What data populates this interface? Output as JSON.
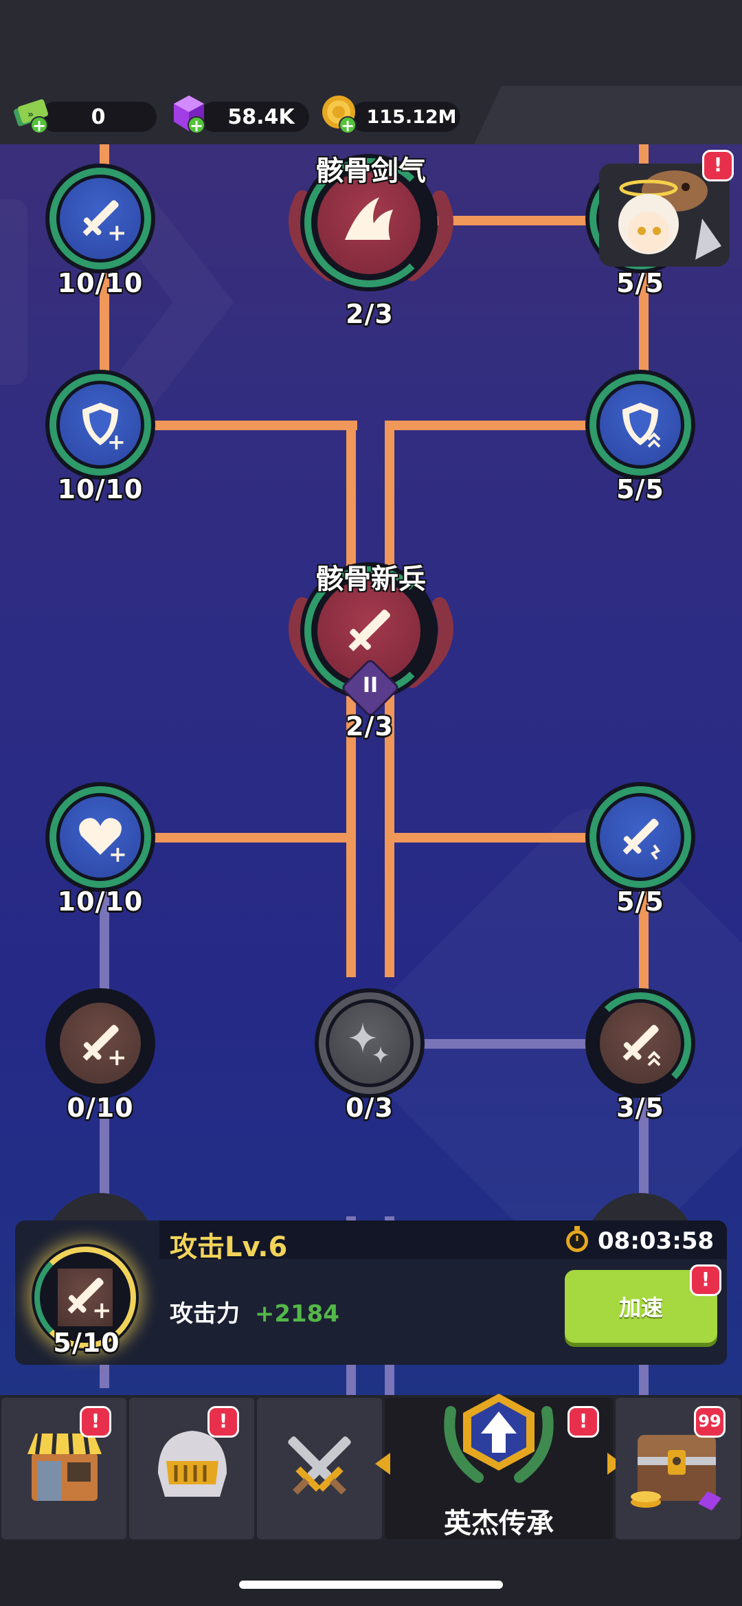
{
  "currencies": {
    "tickets": "0",
    "gems": "58.4K",
    "gold": "115.12M"
  },
  "tree": {
    "top_special": {
      "name": "骸骨剑气",
      "count": "2/3",
      "icon": "slash-icon"
    },
    "mid_special": {
      "name": "骸骨新兵",
      "count": "2/3",
      "icon": "sword-icon",
      "tier": "II"
    },
    "nodes": [
      {
        "id": "attack-plus-top",
        "count": "10/10",
        "icon": "sword-plus-icon",
        "state": "maxed"
      },
      {
        "id": "hero-portrait",
        "count": "5/5",
        "icon": "angel-hero-icon",
        "state": "maxed"
      },
      {
        "id": "defense-plus",
        "count": "10/10",
        "icon": "shield-plus-icon",
        "state": "maxed"
      },
      {
        "id": "defense-up",
        "count": "5/5",
        "icon": "shield-up-icon",
        "state": "maxed"
      },
      {
        "id": "health-plus",
        "count": "10/10",
        "icon": "heart-plus-icon",
        "state": "maxed"
      },
      {
        "id": "sword-crit",
        "count": "5/5",
        "icon": "sword-crit-icon",
        "state": "maxed"
      },
      {
        "id": "attack-plus-low",
        "count": "0/10",
        "icon": "sword-plus-icon",
        "state": "locked"
      },
      {
        "id": "sparkle-skill",
        "count": "0/3",
        "icon": "sparkle-icon",
        "state": "locked"
      },
      {
        "id": "attack-up",
        "count": "3/5",
        "icon": "sword-up-icon",
        "state": "partial"
      }
    ]
  },
  "upgrade_panel": {
    "title": "攻击Lv.6",
    "timer": "08:03:58",
    "stat_label": "攻击力",
    "stat_value": "+2184",
    "progress": "5/10",
    "speedup_label": "加速"
  },
  "tabs": [
    {
      "id": "shop",
      "icon": "shop-icon",
      "badge": "!"
    },
    {
      "id": "equipment",
      "icon": "helmet-icon",
      "badge": "!"
    },
    {
      "id": "battle",
      "icon": "crossed-swords-icon",
      "badge": ""
    },
    {
      "id": "legacy",
      "icon": "upgrade-arrow-icon",
      "label": "英杰传承",
      "badge": "!"
    },
    {
      "id": "chest",
      "icon": "treasure-chest-icon",
      "badge": "99"
    }
  ],
  "colors": {
    "progress_ring": "#2f9a6a",
    "active_path": "#f0975a",
    "inactive_path": "#7a74b8",
    "badge": "#e8304c",
    "speedup_button": "#a6d83f",
    "title_gold": "#f2d35a"
  }
}
